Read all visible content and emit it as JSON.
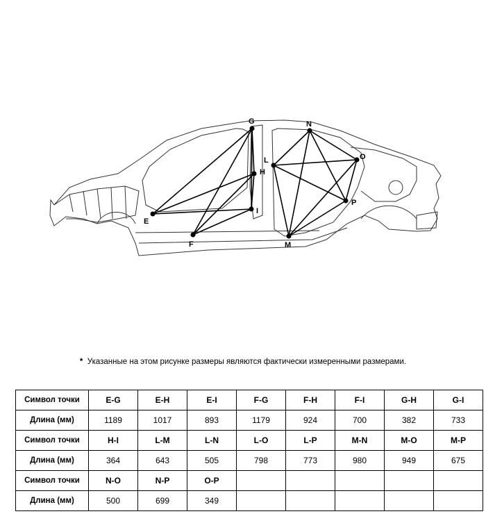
{
  "diagram": {
    "points": [
      {
        "id": "E",
        "label": "E"
      },
      {
        "id": "F",
        "label": "F"
      },
      {
        "id": "G",
        "label": "G"
      },
      {
        "id": "H",
        "label": "H"
      },
      {
        "id": "I",
        "label": "I"
      },
      {
        "id": "L",
        "label": "L"
      },
      {
        "id": "M",
        "label": "M"
      },
      {
        "id": "N",
        "label": "N"
      },
      {
        "id": "O",
        "label": "O"
      },
      {
        "id": "P",
        "label": "P"
      }
    ]
  },
  "note": {
    "mark": "*",
    "text": "Указанные на этом рисунке размеры являются фактически измеренными размерами."
  },
  "table": {
    "row_label_symbol": "Символ точки",
    "row_label_length": "Длина (мм)",
    "groups": [
      {
        "symbols": [
          "E-G",
          "E-H",
          "E-I",
          "F-G",
          "F-H",
          "F-I",
          "G-H",
          "G-I"
        ],
        "lengths": [
          "1189",
          "1017",
          "893",
          "1179",
          "924",
          "700",
          "382",
          "733"
        ]
      },
      {
        "symbols": [
          "H-I",
          "L-M",
          "L-N",
          "L-O",
          "L-P",
          "M-N",
          "M-O",
          "M-P"
        ],
        "lengths": [
          "364",
          "643",
          "505",
          "798",
          "773",
          "980",
          "949",
          "675"
        ]
      },
      {
        "symbols": [
          "N-O",
          "N-P",
          "O-P",
          "",
          "",
          "",
          "",
          ""
        ],
        "lengths": [
          "500",
          "699",
          "349",
          "",
          "",
          "",
          "",
          ""
        ]
      }
    ]
  }
}
